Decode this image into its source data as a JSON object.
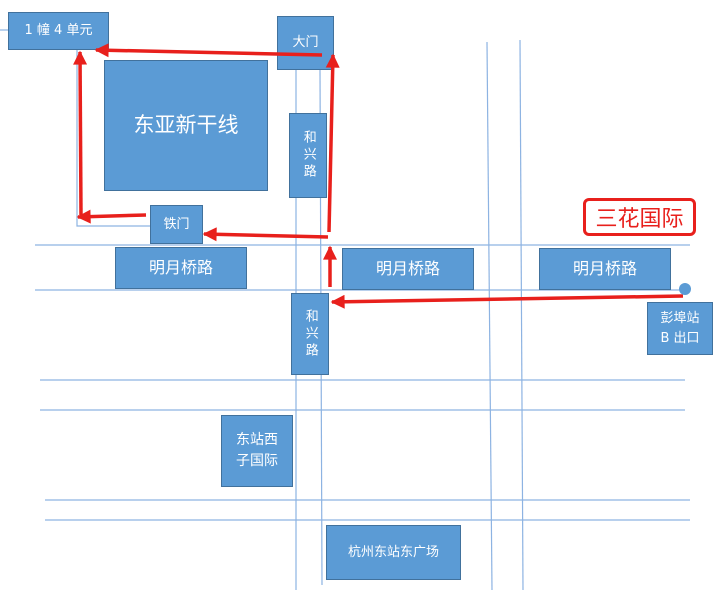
{
  "labels": {
    "building_unit": "1 幢 4 单元",
    "main_gate": "大门",
    "complex": "东亚新干线",
    "hexing_road_top": "和兴路",
    "iron_gate": "铁门",
    "mingyue_road_1": "明月桥路",
    "mingyue_road_2": "明月桥路",
    "mingyue_road_3": "明月桥路",
    "hexing_road_bottom": "和兴路",
    "pengbu_exit": "彭埠站 B 出口",
    "dongzhan_xizi": "东站西子国际",
    "east_square": "杭州东站东广场",
    "sanhua": "三花国际"
  },
  "colors": {
    "box_fill": "#5b9bd5",
    "box_border": "#41719c",
    "road_line": "#8db3e2",
    "arrow": "#e8201c"
  }
}
